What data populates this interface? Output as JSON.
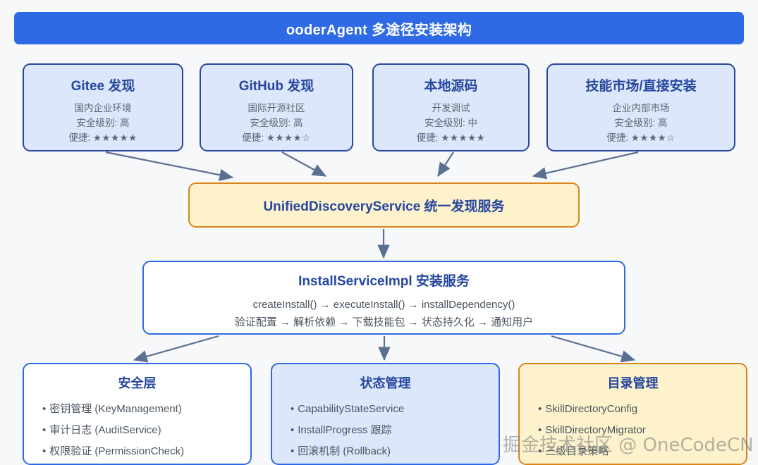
{
  "header": {
    "title": "ooderAgent 多途径安装架构",
    "bg_color": "#2f6ae6",
    "text_color": "#ffffff"
  },
  "colors": {
    "page_bg": "#f7f8fa",
    "blue_border": "#26479e",
    "blue_fill": "#dde7fb",
    "orange_border": "#d98518",
    "orange_fill": "#fdf2cc",
    "accent_blue": "#2f6ae6",
    "arrow": "#5a7090",
    "title_text": "#26479e",
    "body_text": "#5c6672"
  },
  "sources": [
    {
      "title": "Gitee 发现",
      "subtitle": "国内企业环境",
      "security": "安全级别: 高",
      "convenience_label": "便捷:",
      "stars": "★★★★★",
      "rating": 5
    },
    {
      "title": "GitHub 发现",
      "subtitle": "国际开源社区",
      "security": "安全级别: 高",
      "convenience_label": "便捷:",
      "stars": "★★★★☆",
      "rating": 4
    },
    {
      "title": "本地源码",
      "subtitle": "开发调试",
      "security": "安全级别: 中",
      "convenience_label": "便捷:",
      "stars": "★★★★★",
      "rating": 5
    },
    {
      "title": "技能市场/直接安装",
      "subtitle": "企业内部市场",
      "security": "安全级别: 高",
      "convenience_label": "便捷:",
      "stars": "★★★★☆",
      "rating": 4
    }
  ],
  "unified_discovery": {
    "title": "UnifiedDiscoveryService 统一发现服务"
  },
  "install_service": {
    "title": "InstallServiceImpl 安装服务",
    "line1": "createInstall() → executeInstall() → installDependency()",
    "line2": "验证配置 → 解析依赖 → 下载技能包 → 状态持久化 → 通知用户"
  },
  "layers": [
    {
      "title": "安全层",
      "items": [
        "密钥管理 (KeyManagement)",
        "审计日志 (AuditService)",
        "权限验证 (PermissionCheck)"
      ]
    },
    {
      "title": "状态管理",
      "items": [
        "CapabilityStateService",
        "InstallProgress 跟踪",
        "回滚机制 (Rollback)"
      ]
    },
    {
      "title": "目录管理",
      "items": [
        "SkillDirectoryConfig",
        "SkillDirectoryMigrator",
        "三级目录策略"
      ]
    }
  ],
  "watermark": {
    "text": "掘金技术社区 @ OneCodeCN"
  }
}
